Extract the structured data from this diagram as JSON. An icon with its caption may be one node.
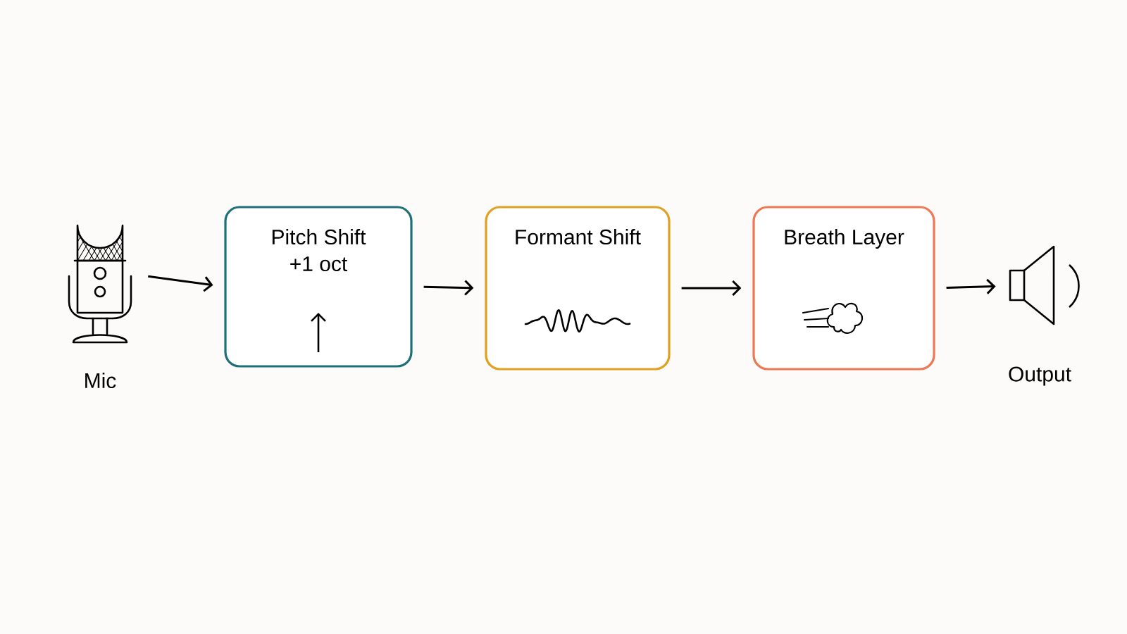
{
  "diagram": {
    "nodes": [
      {
        "text": [],
        "shape": "picture",
        "beside": [
          "Mic"
        ]
      },
      {
        "text": [
          "Pitch Shift",
          "+1 oct"
        ]
      },
      {
        "text": [
          "Formant Shift"
        ]
      },
      {
        "text": [
          "Breath Layer"
        ]
      },
      {
        "text": [],
        "shape": "picture",
        "beside": [
          "Output"
        ]
      }
    ],
    "edges": [
      {
        "from": 0,
        "to": 1,
        "arrow": "to"
      },
      {
        "from": 1,
        "to": 2,
        "arrow": "to"
      },
      {
        "from": 2,
        "to": 3,
        "arrow": "to"
      },
      {
        "from": 3,
        "to": 4,
        "arrow": "to"
      }
    ]
  }
}
